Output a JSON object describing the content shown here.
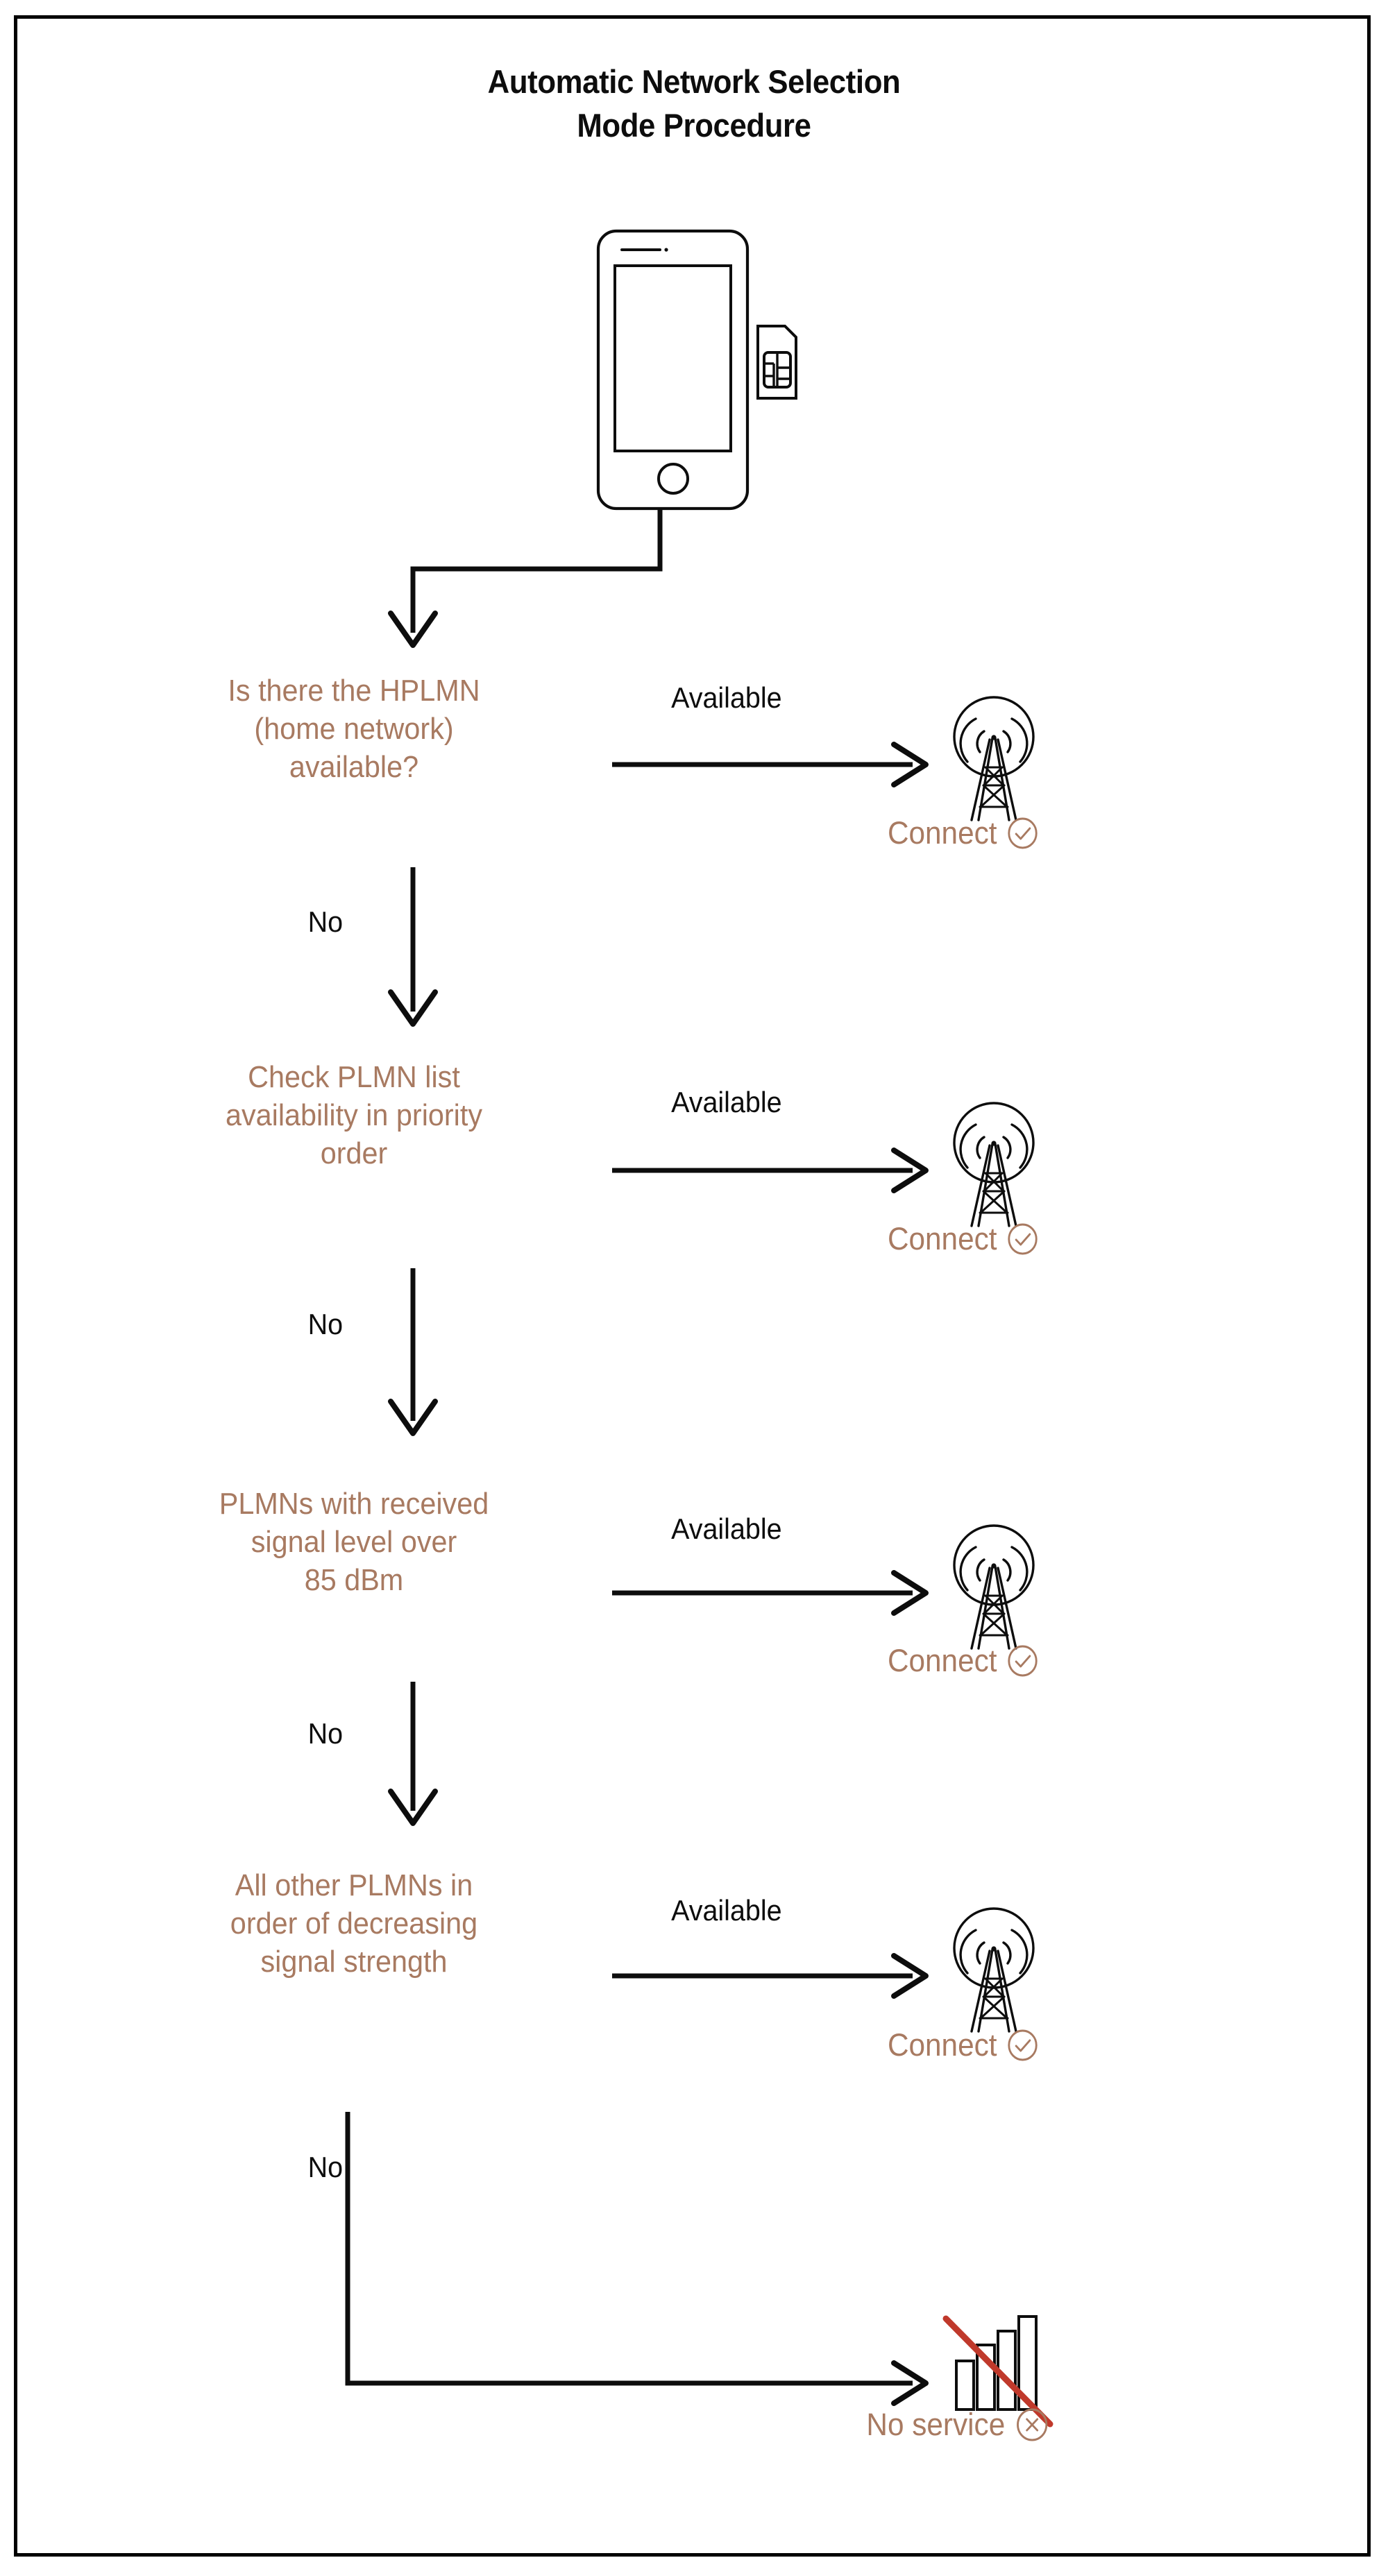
{
  "document": {
    "title_line1": "Automatic Network Selection",
    "title_line2": "Mode Procedure",
    "frame_color": "#000000",
    "background": "#ffffff"
  },
  "palette": {
    "brown_text": "#a87a61",
    "black": "#0d0d0d",
    "red_strike": "#c0392b",
    "line": "#000000"
  },
  "start_node": {
    "icon": "mobile-phone-with-sim-card",
    "label": ""
  },
  "flow": {
    "steps": [
      {
        "id": "hplmn",
        "text": "Is there the HPLMN (home network) available?",
        "yes_label": "Available",
        "no_label": "No",
        "outcome": "Connect",
        "outcome_icon": "check-circle-icon",
        "outcome_target_icon": "cell-tower-icon"
      },
      {
        "id": "plmn-list",
        "text": "Check PLMN list availability in priority order",
        "yes_label": "Available",
        "no_label": "No",
        "outcome": "Connect",
        "outcome_icon": "check-circle-icon",
        "outcome_target_icon": "cell-tower-icon"
      },
      {
        "id": "signal-over-85dbm",
        "text": "PLMNs with received signal level over 85 dBm",
        "yes_label": "Available",
        "no_label": "No",
        "outcome": "Connect",
        "outcome_icon": "check-circle-icon",
        "outcome_target_icon": "cell-tower-icon"
      },
      {
        "id": "all-other-plmns",
        "text": "All other PLMNs in order of decreasing signal strength",
        "yes_label": "Available",
        "no_label": "No",
        "outcome": "Connect",
        "outcome_icon": "check-circle-icon",
        "outcome_target_icon": "cell-tower-icon"
      }
    ],
    "final_outcome": {
      "text": "No service",
      "icon": "x-circle-icon",
      "target_icon": "signal-bars-crossed-icon"
    }
  },
  "step_lines": {
    "s1_l1": "Is there the HPLMN",
    "s1_l2": "(home network)",
    "s1_l3": "available?",
    "s2_l1": "Check PLMN list",
    "s2_l2": "availability in priority",
    "s2_l3": "order",
    "s3_l1": "PLMNs with received",
    "s3_l2": "signal level over",
    "s3_l3": "85 dBm",
    "s4_l1": "All other PLMNs in",
    "s4_l2": "order of decreasing",
    "s4_l3": "signal strength"
  },
  "labels": {
    "available": "Available",
    "no": "No",
    "connect": "Connect",
    "no_service": "No service"
  }
}
